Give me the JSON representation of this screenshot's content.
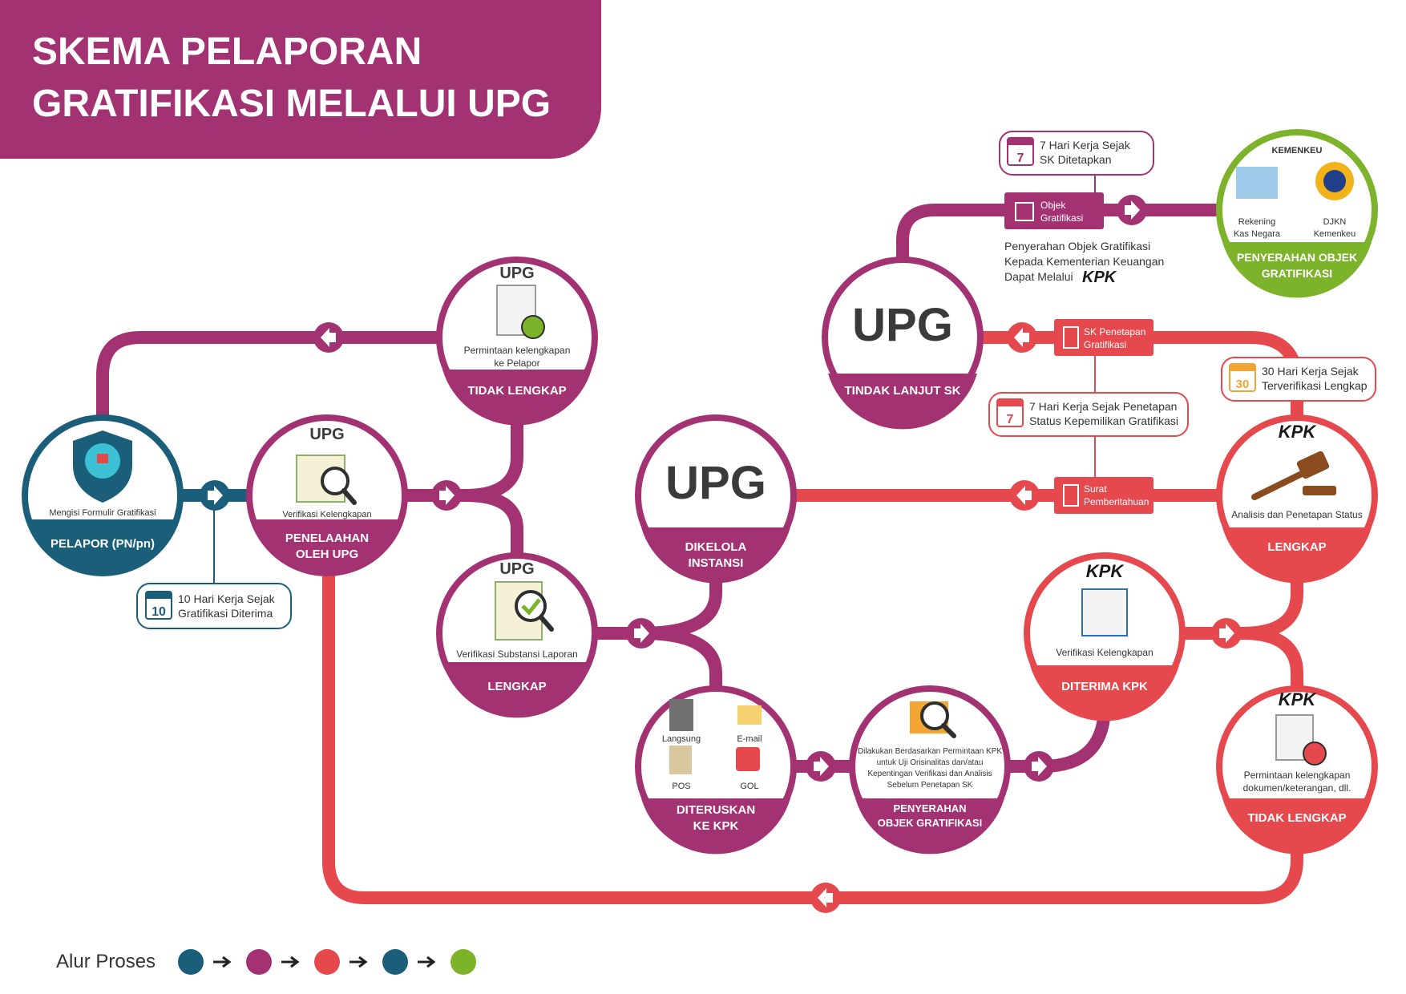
{
  "header": {
    "title_line1": "SKEMA PELAPORAN",
    "title_line2": "GRATIFIKASI MELALUI UPG"
  },
  "colors": {
    "purple": "#a33273",
    "red": "#e5484d",
    "teal": "#1a5e7a",
    "green": "#7cb32b"
  },
  "logos": {
    "upg": "UPG",
    "kpk": "KPK"
  },
  "nodes": {
    "pelapor": {
      "title": "PELAPOR (PN/pn)",
      "desc": "Mengisi Formulir Gratifikasi"
    },
    "penelaahan": {
      "title_line1": "PENELAAHAN",
      "title_line2": "OLEH UPG",
      "desc": "Verifikasi Kelengkapan"
    },
    "tidak_lengkap_upg": {
      "title": "TIDAK LENGKAP",
      "desc_line1": "Permintaan kelengkapan",
      "desc_line2": "ke Pelapor"
    },
    "lengkap_upg": {
      "title": "LENGKAP",
      "desc": "Verifikasi Substansi Laporan"
    },
    "dikelola": {
      "title_line1": "DIKELOLA",
      "title_line2": "INSTANSI"
    },
    "tindak_lanjut": {
      "title": "TINDAK LANJUT SK"
    },
    "diteruskan": {
      "title_line1": "DITERUSKAN",
      "title_line2": "KE KPK",
      "channels": [
        "Langsung",
        "E-mail",
        "POS",
        "GOL"
      ]
    },
    "penyerahan_upg": {
      "title_line1": "PENYERAHAN",
      "title_line2": "OBJEK GRATIFIKASI",
      "desc": [
        "Dilakukan Berdasarkan Permintaan KPK",
        "untuk Uji Orisinalitas dan/atau",
        "Kepentingan Verifikasi dan Analisis",
        "Sebelum Penetapan SK"
      ]
    },
    "diterima_kpk": {
      "title": "DITERIMA KPK",
      "desc": "Verifikasi Kelengkapan"
    },
    "lengkap_kpk": {
      "title": "LENGKAP",
      "desc": "Analisis dan Penetapan Status"
    },
    "tidak_lengkap_kpk": {
      "title": "TIDAK LENGKAP",
      "desc_line1": "Permintaan kelengkapan",
      "desc_line2": "dokumen/keterangan, dll."
    },
    "kemenkeu": {
      "heading": "KEMENKEU",
      "left_label_line1": "Rekening",
      "left_label_line2": "Kas Negara",
      "right_label_line1": "DJKN",
      "right_label_line2": "Kemenkeu",
      "title_line1": "PENYERAHAN OBJEK",
      "title_line2": "GRATIFIKASI"
    }
  },
  "callouts": {
    "ten_days": {
      "number": "10",
      "line1": "10 Hari Kerja Sejak",
      "line2": "Gratifikasi Diterima"
    },
    "seven_sk": {
      "number": "7",
      "line1": "7 Hari Kerja Sejak",
      "line2": "SK Ditetapkan"
    },
    "seven_status": {
      "number": "7",
      "line1": "7 Hari Kerja Sejak Penetapan",
      "line2": "Status Kepemilikan Gratifikasi"
    },
    "thirty": {
      "number": "30",
      "line1": "30 Hari Kerja Sejak",
      "line2": "Terverifikasi Lengkap"
    }
  },
  "tags": {
    "objek": {
      "line1": "Objek",
      "line2": "Gratifikasi"
    },
    "sk": {
      "line1": "SK Penetapan",
      "line2": "Gratifikasi"
    },
    "surat": {
      "line1": "Surat",
      "line2": "Pemberitahuan"
    }
  },
  "notes": {
    "penyerahan": [
      "Penyerahan Objek Gratifikasi",
      "Kepada Kementerian Keuangan",
      "Dapat Melalui"
    ]
  },
  "legend": {
    "label": "Alur Proses"
  }
}
